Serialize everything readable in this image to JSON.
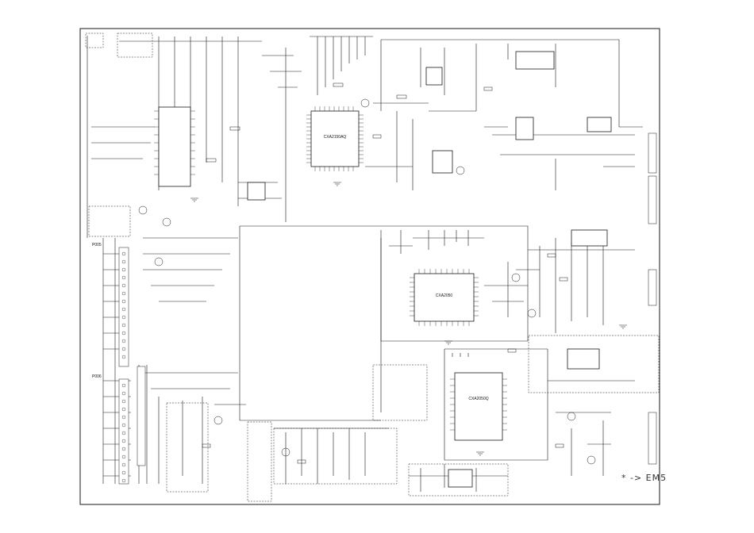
{
  "schematic": {
    "chips": [
      {
        "id": "cpu",
        "part": "CXA2150AQ"
      },
      {
        "id": "dsp",
        "part": "CXA2050"
      },
      {
        "id": "jungle",
        "part": "CXA2050Q"
      }
    ],
    "connectors": [
      {
        "id": "p005",
        "label": "P005"
      },
      {
        "id": "p006",
        "label": "P006"
      }
    ],
    "note": "* -> EM5"
  },
  "colors": {
    "line": "#1a1a1a",
    "paper": "#ffffff"
  }
}
